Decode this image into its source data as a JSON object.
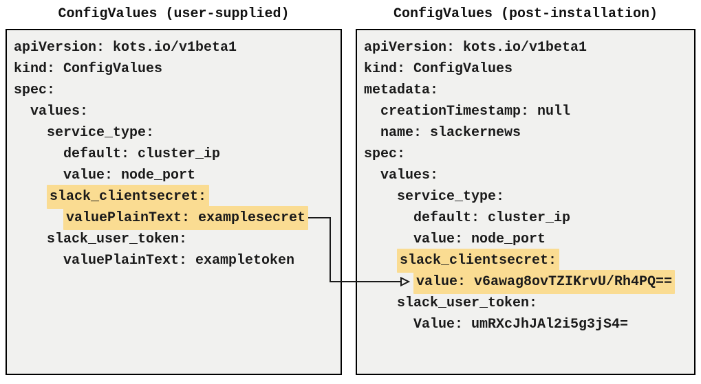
{
  "colors": {
    "highlight": "#fadc92",
    "panel_bg": "#f1f1ef",
    "border": "#000000",
    "arrow": "#1a1a1a"
  },
  "panels": [
    {
      "id": "user-supplied",
      "title": "ConfigValues (user-supplied)",
      "lines": [
        {
          "indent": 0,
          "text": "apiVersion: kots.io/v1beta1",
          "highlight": false
        },
        {
          "indent": 0,
          "text": "kind: ConfigValues",
          "highlight": false
        },
        {
          "indent": 0,
          "text": "spec:",
          "highlight": false
        },
        {
          "indent": 1,
          "text": "values:",
          "highlight": false
        },
        {
          "indent": 2,
          "text": "service_type:",
          "highlight": false
        },
        {
          "indent": 3,
          "text": "default: cluster_ip",
          "highlight": false
        },
        {
          "indent": 3,
          "text": "value: node_port",
          "highlight": false
        },
        {
          "indent": 2,
          "text": "slack_clientsecret:",
          "highlight": true
        },
        {
          "indent": 3,
          "text": "valuePlainText: examplesecret",
          "highlight": true
        },
        {
          "indent": 2,
          "text": "slack_user_token:",
          "highlight": false
        },
        {
          "indent": 3,
          "text": "valuePlainText: exampletoken",
          "highlight": false
        }
      ]
    },
    {
      "id": "post-installation",
      "title": "ConfigValues (post-installation)",
      "lines": [
        {
          "indent": 0,
          "text": "apiVersion: kots.io/v1beta1",
          "highlight": false
        },
        {
          "indent": 0,
          "text": "kind: ConfigValues",
          "highlight": false
        },
        {
          "indent": 0,
          "text": "metadata:",
          "highlight": false
        },
        {
          "indent": 1,
          "text": "creationTimestamp: null",
          "highlight": false
        },
        {
          "indent": 1,
          "text": "name: slackernews",
          "highlight": false
        },
        {
          "indent": 0,
          "text": "spec:",
          "highlight": false
        },
        {
          "indent": 1,
          "text": "values:",
          "highlight": false
        },
        {
          "indent": 2,
          "text": "service_type:",
          "highlight": false
        },
        {
          "indent": 3,
          "text": "default: cluster_ip",
          "highlight": false
        },
        {
          "indent": 3,
          "text": "value: node_port",
          "highlight": false
        },
        {
          "indent": 2,
          "text": "slack_clientsecret:",
          "highlight": true
        },
        {
          "indent": 3,
          "text": "value: v6awag8ovTZIKrvU/Rh4PQ==",
          "highlight": true
        },
        {
          "indent": 2,
          "text": "slack_user_token:",
          "highlight": false
        },
        {
          "indent": 3,
          "text": "Value: umRXcJhJAl2i5g3jS4=",
          "highlight": false
        }
      ]
    }
  ],
  "connector": {
    "type": "elbow-arrow",
    "from_panel": "user-supplied",
    "from_line": "valuePlainText: examplesecret",
    "to_panel": "post-installation",
    "to_line": "value: v6awag8ovTZIKrvU/Rh4PQ=="
  }
}
